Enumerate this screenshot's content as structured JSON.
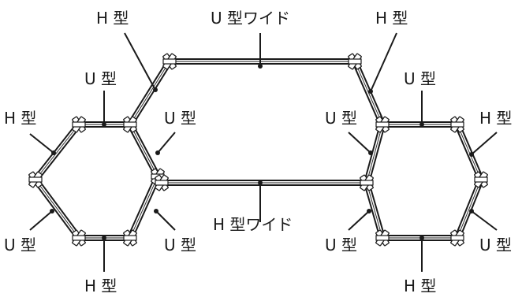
{
  "colors": {
    "ink": "#1a1a1a",
    "paper": "#ffffff"
  },
  "labels": {
    "h_top_left": "H 型",
    "u_wide": "U 型ワイド",
    "h_top_right": "H 型",
    "u_left_top": "U 型",
    "u_right_top": "U 型",
    "h_left": "H 型",
    "u_center_left": "U 型",
    "u_center_right": "U 型",
    "h_right": "H 型",
    "h_wide": "H 型ワイド",
    "u_left_bottom": "U 型",
    "u_center_left_bottom": "U 型",
    "u_center_right_bottom": "U 型",
    "u_right_bottom": "U 型",
    "h_bottom_left": "H 型",
    "h_bottom_right": "H 型"
  }
}
